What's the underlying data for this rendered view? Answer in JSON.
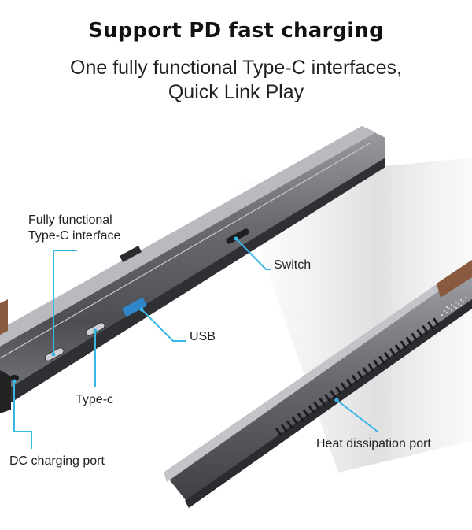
{
  "header": {
    "title": "Support PD fast charging",
    "subtitle_line1": "One fully functional Type-C interfaces,",
    "subtitle_line2": "Quick Link Play"
  },
  "callouts": {
    "fully_functional_line1": "Fully functional",
    "fully_functional_line2": "Type-C interface",
    "switch": "Switch",
    "usb": "USB",
    "type_c": "Type-c",
    "dc_charging": "DC charging port",
    "heat_dissipation": "Heat dissipation port"
  },
  "colors": {
    "accent": "#38b6e6",
    "device_body": "#6e6f74",
    "device_dark": "#2b2b2e",
    "usb_port": "#2f86c9"
  }
}
